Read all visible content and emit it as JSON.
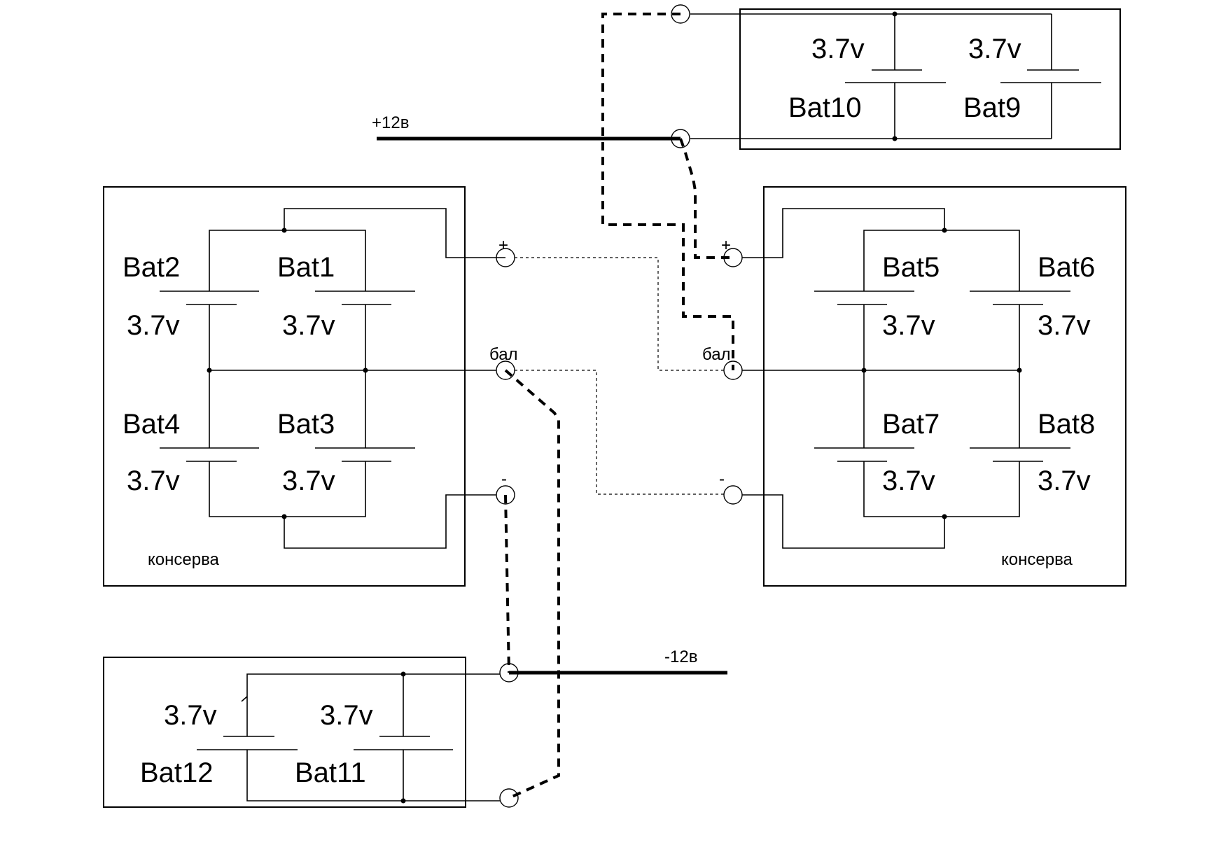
{
  "diagram": {
    "title": "12V battery pack wiring",
    "rails": {
      "positive": "+12в",
      "negative": "-12в"
    },
    "terminal_labels": {
      "plus": "+",
      "minus": "-",
      "balance": "бал"
    },
    "enclosure_label": "консерва",
    "blocks": [
      {
        "id": "left-pack",
        "enclosure_label": "консерва",
        "cells": [
          {
            "name": "Bat2",
            "voltage": "3.7v"
          },
          {
            "name": "Bat1",
            "voltage": "3.7v"
          },
          {
            "name": "Bat4",
            "voltage": "3.7v"
          },
          {
            "name": "Bat3",
            "voltage": "3.7v"
          }
        ]
      },
      {
        "id": "right-pack",
        "enclosure_label": "консерва",
        "cells": [
          {
            "name": "Bat5",
            "voltage": "3.7v"
          },
          {
            "name": "Bat6",
            "voltage": "3.7v"
          },
          {
            "name": "Bat7",
            "voltage": "3.7v"
          },
          {
            "name": "Bat8",
            "voltage": "3.7v"
          }
        ]
      },
      {
        "id": "top-pack",
        "cells": [
          {
            "name": "Bat10",
            "voltage": "3.7v"
          },
          {
            "name": "Bat9",
            "voltage": "3.7v"
          }
        ]
      },
      {
        "id": "bottom-pack",
        "cells": [
          {
            "name": "Bat12",
            "voltage": "3.7v"
          },
          {
            "name": "Bat11",
            "voltage": "3.7v"
          }
        ]
      }
    ]
  }
}
